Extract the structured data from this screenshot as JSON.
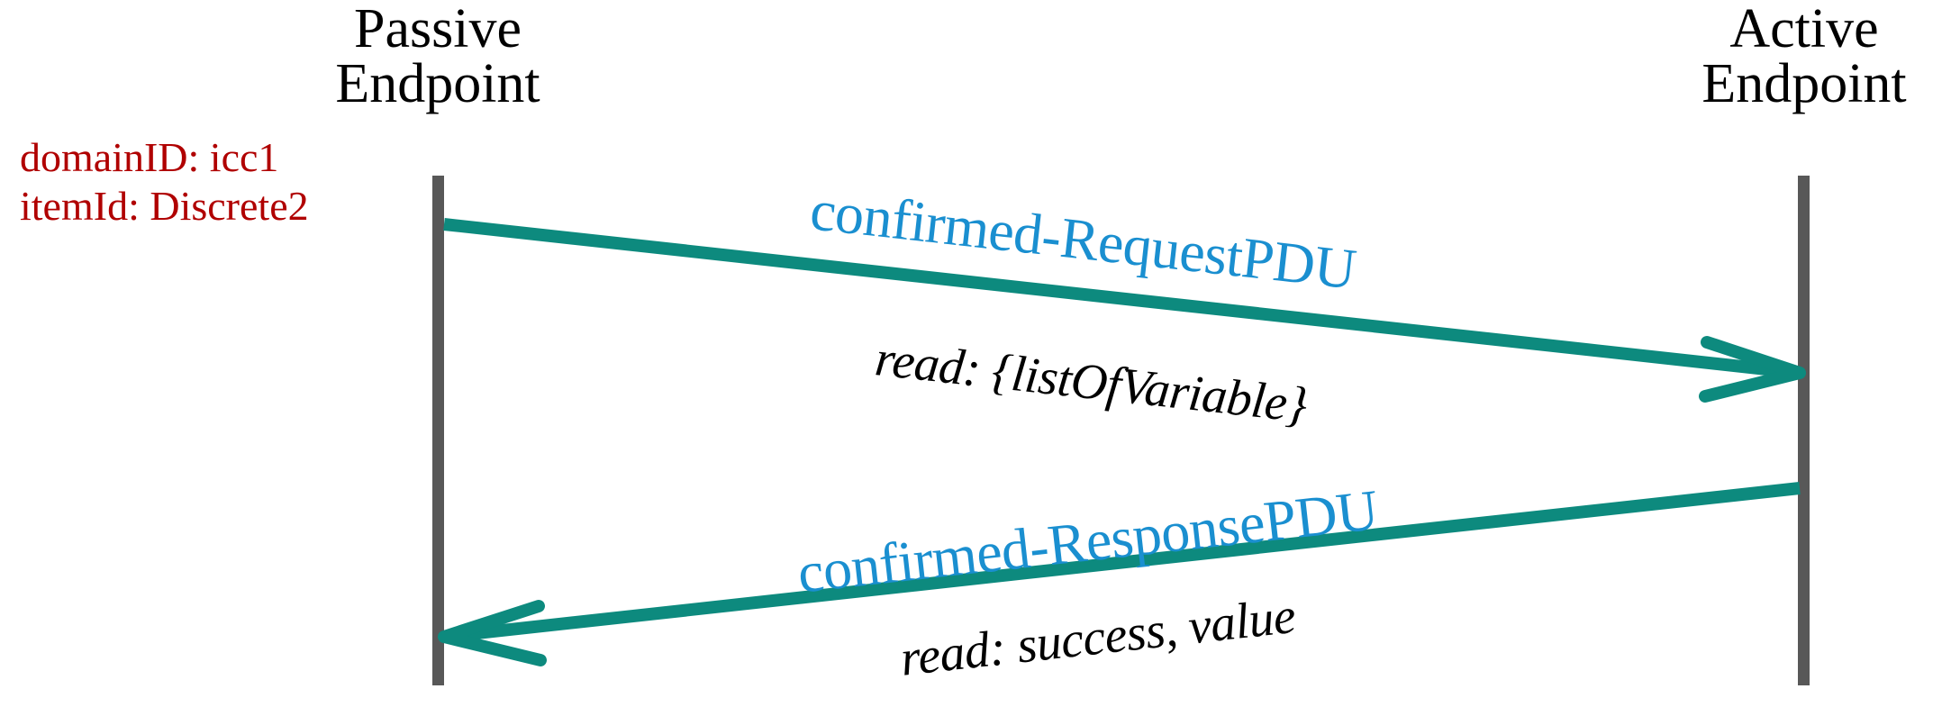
{
  "diagram": {
    "type": "uml-sequence-diagram",
    "title": "",
    "background_color": "#ffffff",
    "lifeline_color": "#585858",
    "arrow_color": "#0d8a7e",
    "pdu_label_color": "#1a8fd0",
    "annotation_color": "#b00000",
    "header_color": "#000000"
  },
  "participants": [
    {
      "id": "passive",
      "name_line1": "Passive",
      "name_line2": "Endpoint"
    },
    {
      "id": "active",
      "name_line1": "Active",
      "name_line2": "Endpoint"
    }
  ],
  "annotations": [
    {
      "text": "domainID: icc1"
    },
    {
      "text": "itemId: Discrete2"
    }
  ],
  "messages": [
    {
      "id": "request",
      "direction": "passive-to-active",
      "pdu_label": "confirmed-RequestPDU",
      "param_label": "read: {listOfVariable}",
      "arrowhead": "open-v"
    },
    {
      "id": "response",
      "direction": "active-to-passive",
      "pdu_label": "confirmed-ResponsePDU",
      "param_label": "read: success, value",
      "arrowhead": "open-v"
    }
  ]
}
